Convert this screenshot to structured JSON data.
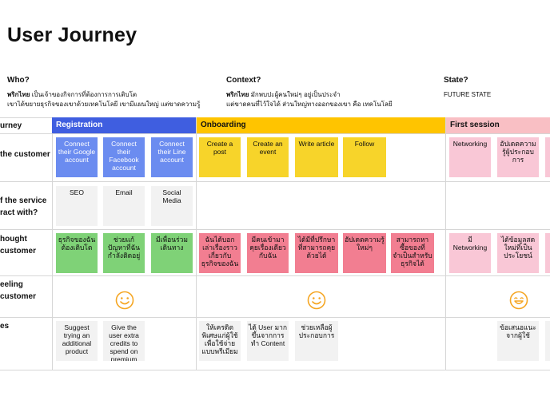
{
  "title": "User Journey",
  "who": {
    "heading": "Who?",
    "name": "พริกไทย",
    "line1": " เป็นเจ้าของกิจการที่ต้องการการเติบโต",
    "line2": "เขาได้ขยายธุรกิจของเขาด้วยเทคโนโลยี เขามีแผนใหญ่ แต่ขาดความรู้"
  },
  "context": {
    "heading": "Context?",
    "name": "พริกไทย",
    "line1": " มักพบปะผู้คนใหม่ๆ อยู่เป็นประจำ",
    "line2": "แต่ขาดคนที่ไว้ใจได้ ส่วนใหญ่ทางออกของเขา คือ เทคโนโลยี"
  },
  "state": {
    "heading": "State?",
    "value": "FUTURE STATE"
  },
  "rows": {
    "journey": "urney",
    "customer": "the customer",
    "service": "f the service\nract with?",
    "thought": "hought\ncustomer",
    "feeling": "eeling\ncustomer",
    "opportunities": "es"
  },
  "phases": {
    "registration": "Registration",
    "onboarding": "Onboarding",
    "first_session": "First session"
  },
  "colors": {
    "registration": "#3f5ee0",
    "onboarding": "#ffc400",
    "first_session": "#f9bfc4",
    "blue_note": "#6b8cf0",
    "yellow_note": "#f7d42a",
    "pink_note": "#f9c7d6",
    "green_note": "#7fd277",
    "red_note": "#f27e91",
    "grey_note": "#f2f2f2",
    "smiley": "#f5a623"
  },
  "customer_notes": {
    "google": "Connect their Google account",
    "facebook": "Connect their Facebook account",
    "line": "Connect their Line account",
    "create_post": "Create a post",
    "create_event": "Create an event",
    "write_article": "Write article",
    "follow": "Follow",
    "networking": "Networking",
    "update_knowledge": "อัปเดตความรู้ผู้ประกอบการ"
  },
  "service_notes": {
    "seo": "SEO",
    "email": "Email",
    "social": "Social Media"
  },
  "thought_notes": {
    "t1": "ธุรกิจของฉันต้องเติบโต",
    "t2": "ช่วยแก้ปัญหาที่ฉันกำลังติดอยู่",
    "t3": "มีเพื่อนร่วมเดินทาง",
    "t4": "ฉันได้บอกเล่าเรื่องราวเกี่ยวกับธุรกิจของฉัน",
    "t5": "มีคนเข้ามาคุยเรื่องเดียวกับฉัน",
    "t6": "ได้มีที่ปรึกษาที่สามารถคุยด้วยได้",
    "t7": "อัปเดตความรู้ใหม่ๆ",
    "t8": "สามารถหาซื้อของที่จำเป็นสำหรับธุรกิจได้",
    "t9": "มี Networking",
    "t10": "ได้ข้อมูลสดใหม่ที่เป็นประโยชน์"
  },
  "opportunity_notes": {
    "o1": "Suggest trying an additional product",
    "o2": "Give the user extra credits to spend on premium",
    "o3": "ให้เครดิตพิเศษแก่ผู้ใช้เพื่อใช้จ่ายแบบพรีเมียม",
    "o4": "ได้ User มากขึ้นจากการทำ Content",
    "o5": "ช่วยเหลือผู้ประกอบการ",
    "o6": "ข้อเสนอแนะจากผู้ใช้"
  }
}
